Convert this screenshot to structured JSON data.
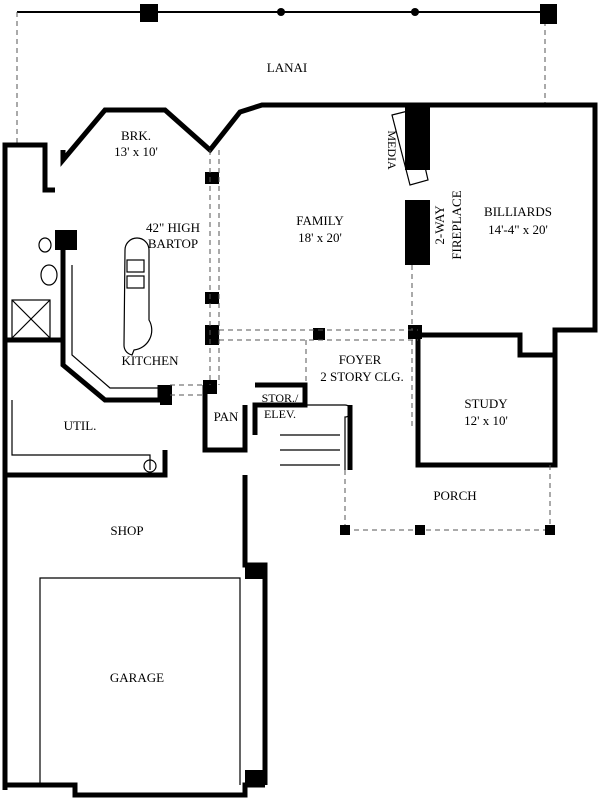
{
  "rooms": {
    "lanai": "LANAI",
    "breakfast_name": "BRK.",
    "breakfast_size": "13' x 10'",
    "bartop_line1": "42\" HIGH",
    "bartop_line2": "BARTOP",
    "kitchen": "KITCHEN",
    "family_name": "FAMILY",
    "family_size": "18' x 20'",
    "media": "MEDIA",
    "fireplace_line1": "2-WAY",
    "fireplace_line2": "FIREPLACE",
    "billiards_name": "BILLIARDS",
    "billiards_size": "14'-4\" x 20'",
    "foyer_line1": "FOYER",
    "foyer_line2": "2 STORY CLG.",
    "study_name": "STUDY",
    "study_size": "12' x 10'",
    "storage_line1": "STOR./",
    "storage_line2": "ELEV.",
    "pantry": "PAN",
    "utility": "UTIL.",
    "porch": "PORCH",
    "shop": "SHOP",
    "garage": "GARAGE"
  }
}
